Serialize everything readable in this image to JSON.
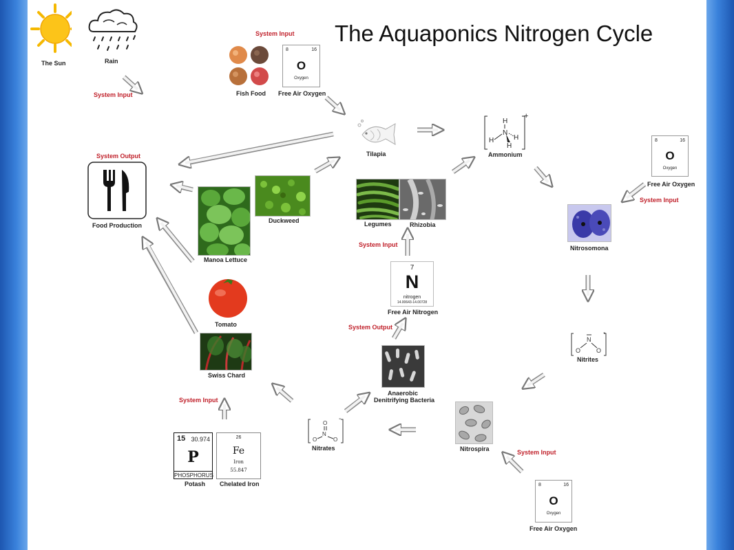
{
  "title": "The Aquaponics Nitrogen Cycle",
  "labels": {
    "sun": "The Sun",
    "rain": "Rain",
    "fish_food": "Fish Food",
    "oxygen_top": "Free Air Oxygen",
    "tilapia": "Tilapia",
    "ammonium": "Ammonium",
    "oxygen_right": "Free Air Oxygen",
    "food_production": "Food Production",
    "duckweed": "Duckweed",
    "legumes": "Legumes",
    "rhizobia": "Rhizobia",
    "nitrosomona": "Nitrosomona",
    "manoa_lettuce": "Manoa Lettuce",
    "nitrogen": "Free Air Nitrogen",
    "tomato": "Tomato",
    "nitrites": "Nitrites",
    "swiss_chard": "Swiss Chard",
    "anaerobic": "Anaerobic",
    "denitrifying": "Denitrifying Bacteria",
    "nitrates": "Nitrates",
    "nitrospira": "Nitrospira",
    "potash": "Potash",
    "chelated_iron": "Chelated Iron",
    "oxygen_bottom": "Free Air Oxygen"
  },
  "system_labels": {
    "input_fish_food": "System Input",
    "input_rain": "System Input",
    "output_food": "System Output",
    "input_oxygen_right": "System Input",
    "input_nitrogen": "System Input",
    "output_nitrogen": "System Output",
    "input_potash": "System Input",
    "input_oxygen_bottom": "System Input"
  },
  "elements": {
    "oxygen": {
      "number": "8",
      "mass": "16",
      "symbol": "O",
      "name": "Oxygen"
    },
    "nitrogen": {
      "number": "7",
      "symbol": "N",
      "name": "nitrogen",
      "mass": "14.00643-14.00728"
    },
    "phosphorus": {
      "number": "15",
      "mass": "30.974",
      "symbol": "P",
      "name": "PHOSPHORUS"
    },
    "iron": {
      "number": "26",
      "symbol": "Fe",
      "name": "Iron",
      "mass": "55.847"
    }
  },
  "chem": {
    "ammonium_charge": "+",
    "nitrite_charge": "-",
    "nitrate_charge": "-"
  },
  "colors": {
    "accent_red": "#c0202a",
    "frame_blue": "#2a6bc8"
  }
}
